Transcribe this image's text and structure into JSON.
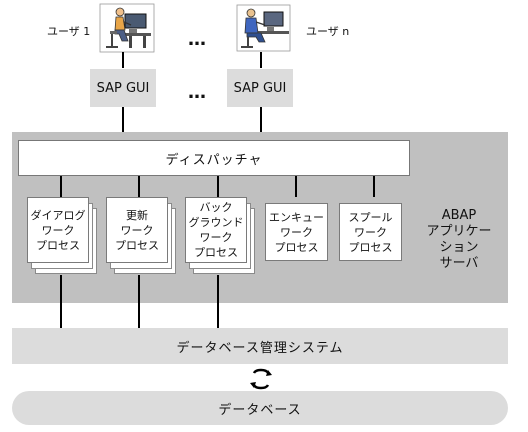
{
  "users": {
    "left_label": "ユーザ 1",
    "right_label": "ユーザ n",
    "ellipsis": "…",
    "left_icon": "person-at-computer-icon",
    "right_icon": "person-at-computer-icon"
  },
  "gui": {
    "left_label": "SAP GUI",
    "right_label": "SAP GUI",
    "ellipsis": "…"
  },
  "server": {
    "dispatcher_label": "ディスパッチャ",
    "app_server_label": "ABAP\nアプリケー\nション\nサーバ",
    "processes": [
      {
        "label": "ダイアログ\nワーク\nプロセス"
      },
      {
        "label": "更新\nワーク\nプロセス"
      },
      {
        "label": "バック\nグラウンド\nワーク\nプロセス"
      },
      {
        "label": "エンキュー\nワーク\nプロセス"
      },
      {
        "label": "スプール\nワーク\nプロセス"
      }
    ]
  },
  "dbms": {
    "label": "データベース管理システム",
    "sync_icon": "circular-arrows-icon"
  },
  "database": {
    "label": "データベース"
  },
  "colors": {
    "panel": "#c0c0c0",
    "box_light": "#dcdcdc",
    "line": "#000000"
  }
}
